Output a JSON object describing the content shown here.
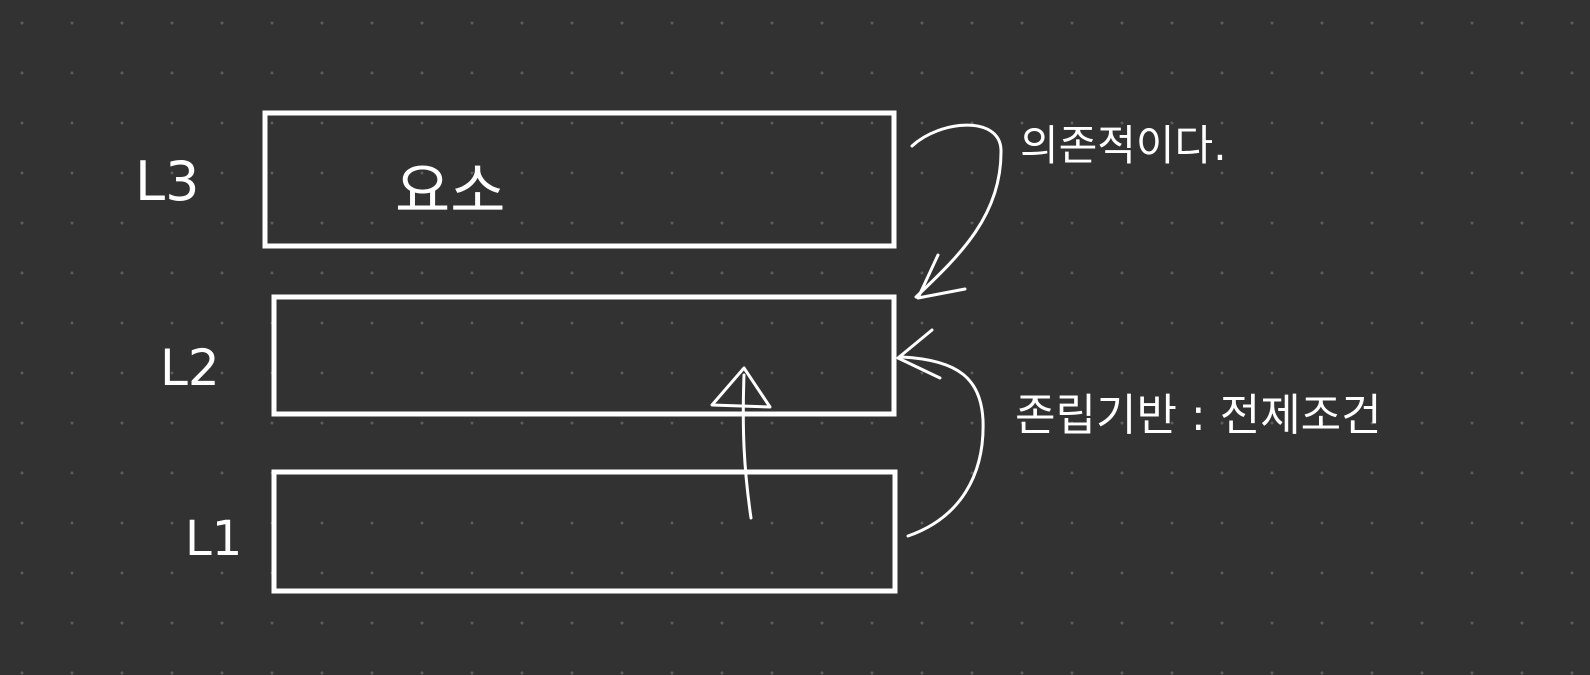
{
  "layers": [
    {
      "label": "L3",
      "content": "요소"
    },
    {
      "label": "L2",
      "content": ""
    },
    {
      "label": "L1",
      "content": ""
    }
  ],
  "annotations": {
    "dependency": "의존적이다.",
    "foundation": "존립기반 : 전제조건"
  },
  "colors": {
    "background": "#323232",
    "grid_dot": "#5c5c5c",
    "ink": "#ffffff"
  }
}
